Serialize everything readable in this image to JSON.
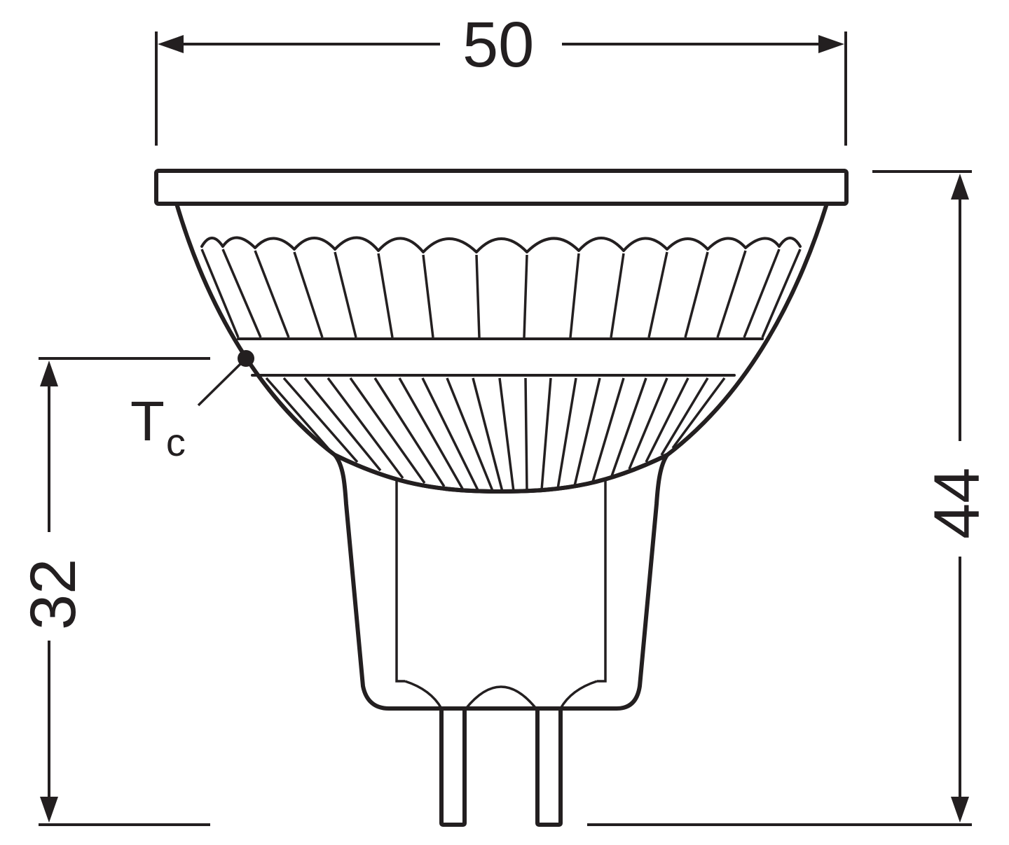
{
  "diagram": {
    "type": "technical-dimension-drawing",
    "subject": "MR16 reflector lamp with GU5.3 bi-pin base",
    "dimensions": {
      "width": {
        "value": "50",
        "orientation": "horizontal",
        "position": "top"
      },
      "overall_height": {
        "value": "44",
        "orientation": "vertical",
        "position": "right"
      },
      "tc_height": {
        "value": "32",
        "orientation": "vertical",
        "position": "left"
      }
    },
    "annotations": {
      "tc_point": {
        "main": "T",
        "sub": "c",
        "meaning": "case temperature measuring point"
      }
    },
    "colors": {
      "line": "#231f20",
      "background": "#ffffff"
    }
  }
}
